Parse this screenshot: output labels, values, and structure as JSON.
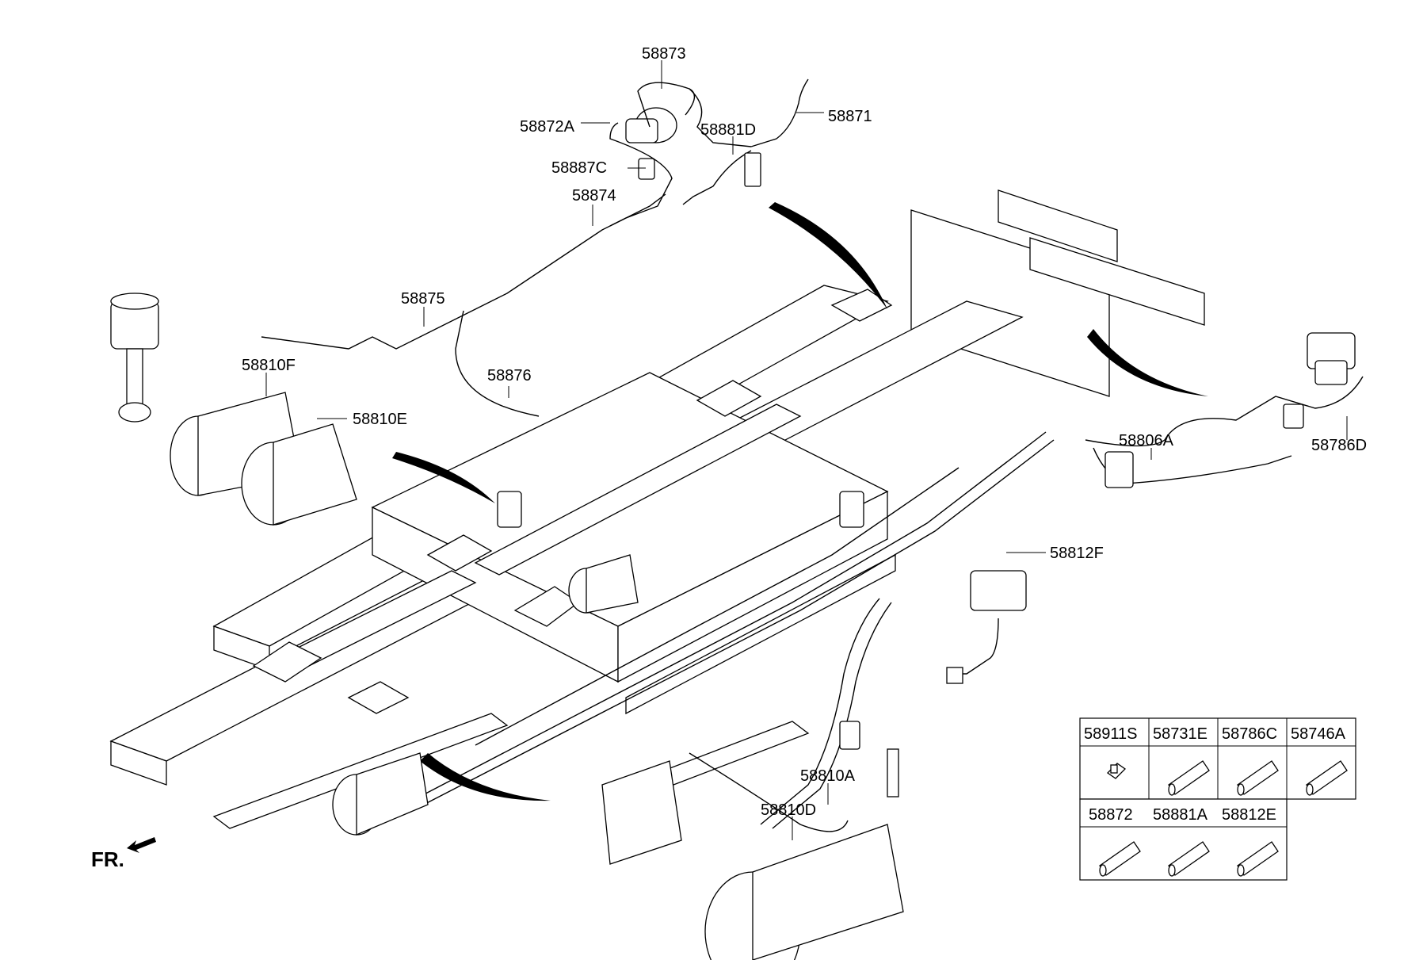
{
  "diagram": {
    "front_marker": "FR.",
    "callouts": [
      "58873",
      "58872A",
      "58881D",
      "58871",
      "58887C",
      "58874",
      "58875",
      "58876",
      "58810F",
      "58810E",
      "58806A",
      "58786D",
      "58812F",
      "58810A",
      "58810D"
    ],
    "legend_table": {
      "rows": [
        [
          "58911S",
          "58731E",
          "58786C",
          "58746A"
        ],
        [
          "58872",
          "58881A",
          "58812E"
        ]
      ]
    }
  }
}
